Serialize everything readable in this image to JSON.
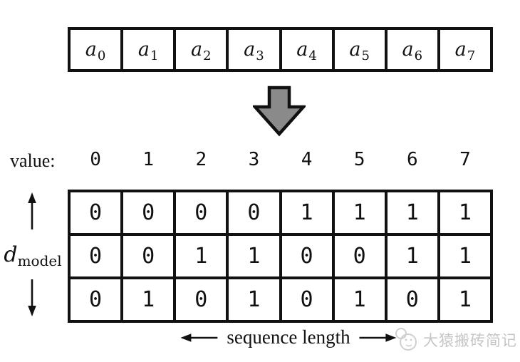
{
  "top_row": {
    "cells": [
      {
        "base": "a",
        "sub": "0"
      },
      {
        "base": "a",
        "sub": "1"
      },
      {
        "base": "a",
        "sub": "2"
      },
      {
        "base": "a",
        "sub": "3"
      },
      {
        "base": "a",
        "sub": "4"
      },
      {
        "base": "a",
        "sub": "5"
      },
      {
        "base": "a",
        "sub": "6"
      },
      {
        "base": "a",
        "sub": "7"
      }
    ]
  },
  "value_row": {
    "label": "value:",
    "values": [
      "0",
      "1",
      "2",
      "3",
      "4",
      "5",
      "6",
      "7"
    ]
  },
  "matrix": {
    "rows": [
      [
        "0",
        "0",
        "0",
        "0",
        "1",
        "1",
        "1",
        "1"
      ],
      [
        "0",
        "0",
        "1",
        "1",
        "0",
        "0",
        "1",
        "1"
      ],
      [
        "0",
        "1",
        "0",
        "1",
        "0",
        "1",
        "0",
        "1"
      ]
    ]
  },
  "left_axis": {
    "base": "d",
    "sub": "model"
  },
  "bottom_axis": {
    "label": "sequence length"
  },
  "watermark": {
    "text": "大猿搬砖简记"
  },
  "colors": {
    "ink": "#111111",
    "arrow_fill": "#8a8a8a",
    "watermark_gray": "#c6c6c6",
    "background": "#ffffff"
  }
}
